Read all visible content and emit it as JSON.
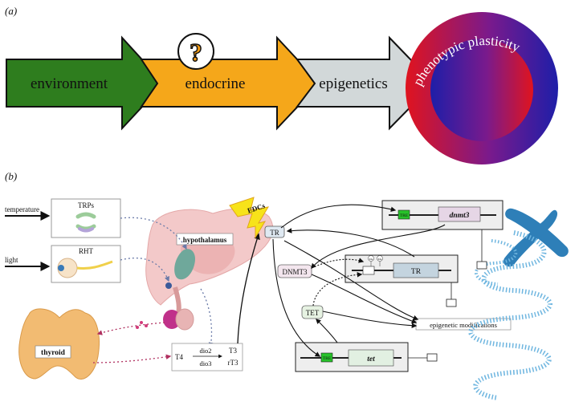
{
  "panel_a": {
    "label": "(a)",
    "arrows": [
      {
        "text": "environment",
        "color": "#2e7d1e"
      },
      {
        "text": "endocrine",
        "color": "#f5a71a"
      },
      {
        "text": "epigenetics",
        "color": "#d2d8d9"
      }
    ],
    "question_mark": "?",
    "circle_label": "phenotypic plasticity",
    "colors": {
      "outer_red": "#e0141e",
      "outer_blue": "#1e1ea8"
    }
  },
  "panel_b": {
    "label": "(b)",
    "inputs": [
      {
        "label": "temperature",
        "receptor": "TRPs"
      },
      {
        "label": "light",
        "receptor": "RHT"
      }
    ],
    "hypothalamus": "hypothalamus",
    "thyroid": "thyroid",
    "edcs": "EDCs",
    "tr": "TR",
    "conversion": {
      "left": "T4",
      "top_enzyme": "dio2",
      "bottom_enzyme": "dio3",
      "right_top": "T3",
      "right_bottom": "rT3"
    },
    "genes": {
      "tre": "TRE",
      "dnmt3_gene": "dnmt3",
      "tr_gene": "TR",
      "tet_gene": "tet"
    },
    "proteins": {
      "dnmt3": "DNMT3",
      "tet": "TET"
    },
    "methyl": "Me",
    "epigenetic": "epigenetic modifications",
    "colors": {
      "tre_green": "#27c22a",
      "chromosome": "#2e7fb8",
      "dna": "#6fb6e0"
    }
  }
}
